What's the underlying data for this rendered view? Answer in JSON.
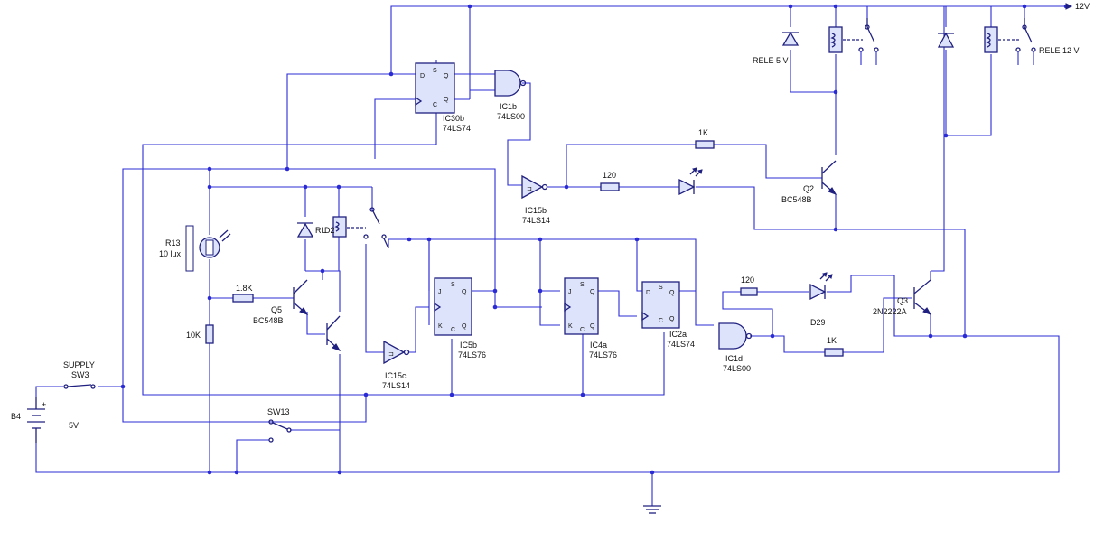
{
  "labels": {
    "supply_label": "SUPPLY",
    "sw3": "SW3",
    "b4": "B4",
    "v5": "5V",
    "r13": "R13",
    "lux": "10 lux",
    "r_18k": "1.8K",
    "q5": "Q5",
    "bc548b_q5": "BC548B",
    "r_10k": "10K",
    "rl_label": "RL",
    "rl_num": "D2",
    "sw13": "SW13",
    "ic30b": "IC30b",
    "ic30b_type": "74LS74",
    "ic1b": "IC1b",
    "ic1b_type": "74LS00",
    "ic15b": "IC15b",
    "ic15b_type": "74LS14",
    "ic15c": "IC15c",
    "ic15c_type": "74LS14",
    "ic5b": "IC5b",
    "ic5b_type": "74LS76",
    "ic4a": "IC4a",
    "ic4a_type": "74LS76",
    "ic2a": "IC2a",
    "ic2a_type": "74LS74",
    "ic1d": "IC1d",
    "ic1d_type": "74LS00",
    "r_120_top": "120",
    "r_1k_top": "1K",
    "q2": "Q2",
    "q2_type": "BC548B",
    "rele5": "RELE 5 V",
    "rele12": "RELE 12 V",
    "v12": "12V",
    "r_120_bot": "120",
    "d29": "D29",
    "r_1k_bot": "1K",
    "q3": "Q3",
    "q3_type": "2N2222A"
  },
  "pins": {
    "d": "D",
    "q": "Q",
    "c": "C",
    "s": "S",
    "j": "J",
    "k": "K",
    "plus": "+"
  },
  "colors": {
    "wire": "#2b2bd6",
    "component_fill": "#dde3fb",
    "component_stroke": "#202080"
  }
}
